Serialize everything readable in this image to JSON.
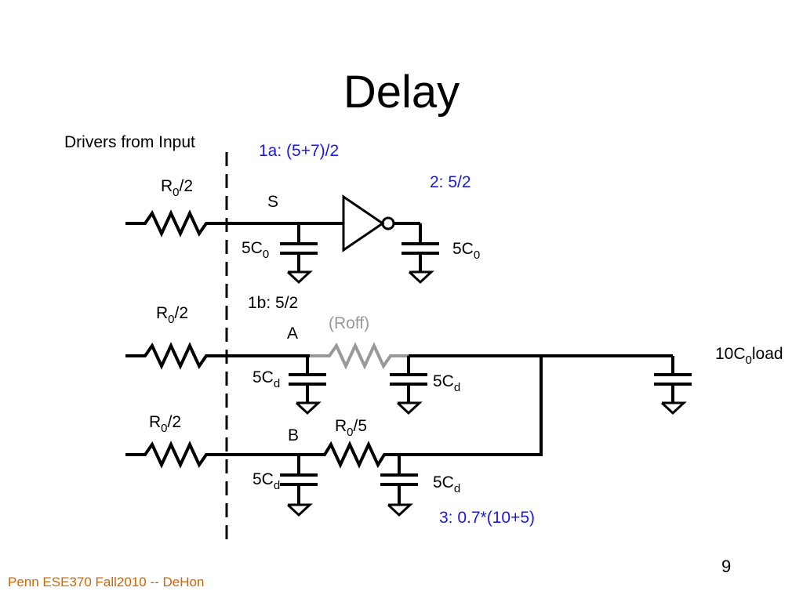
{
  "slide": {
    "title": "Delay",
    "footer": "Penn ESE370 Fall2010 -- DeHon",
    "page_number": "9"
  },
  "diagram": {
    "drivers_label": "Drivers from Input",
    "resistors": {
      "r1": {
        "main": "R",
        "sub": "0",
        "tail": "/2"
      },
      "r2": {
        "main": "R",
        "sub": "0",
        "tail": "/2"
      },
      "r3": {
        "main": "R",
        "sub": "0",
        "tail": "/2"
      },
      "r4": {
        "main": "R",
        "sub": "0",
        "tail": "/5"
      }
    },
    "nodes": {
      "s": "S",
      "a": "A",
      "b": "B"
    },
    "capacitors": {
      "c_s_in": {
        "main": "5C",
        "sub": "0"
      },
      "c_s_out": {
        "main": "5C",
        "sub": "0"
      },
      "c_a_left": {
        "main": "5C",
        "sub": "d"
      },
      "c_a_right": {
        "main": "5C",
        "sub": "d"
      },
      "c_b_left": {
        "main": "5C",
        "sub": "d"
      },
      "c_b_right": {
        "main": "5C",
        "sub": "d"
      },
      "c_load": {
        "main": "10C",
        "sub": "0",
        "tail": "load"
      }
    },
    "roff_label": "(Roff)",
    "annotations": {
      "a1": "1a: (5+7)/2",
      "a2": "2: 5/2",
      "a3": "1b: 5/2",
      "a4": "3: 0.7*(10+5)"
    },
    "colors": {
      "annotation": "#1a1adc",
      "footer": "#cc6600",
      "off_resistor": "#999999"
    }
  }
}
